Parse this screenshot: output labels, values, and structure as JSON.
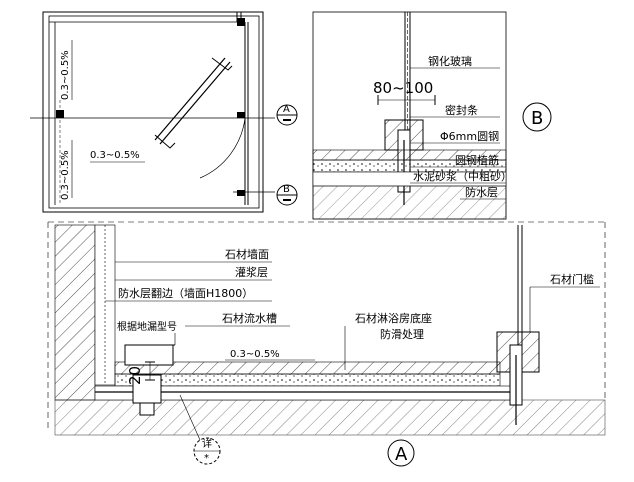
{
  "plan": {
    "slope_left_top": "0.3~0.5%",
    "slope_left_bottom": "0.3~0.5%",
    "slope_floor": "0.3~0.5%",
    "section_a_mark": "A",
    "section_b_mark": "B"
  },
  "detail_b": {
    "glass_label": "钢化玻璃",
    "width_dim": "80~100",
    "seal_label": "密封条",
    "rod_label": "Φ6mm圆钢",
    "embed_label": "圆钢植筋",
    "mortar_label": "水泥砂浆（中粗砂）",
    "waterproof_label": "防水层",
    "callout": "B"
  },
  "section_a": {
    "wall_face": "石材墙面",
    "grout": "灌浆层",
    "waterproof_turnup": "防水层翻边（墙面H1800）",
    "drain_model": "根据地漏型号",
    "stone_channel": "石材流水槽",
    "slope": "0.3~0.5%",
    "dim_20": "20",
    "base_label_1": "石材淋浴房底座",
    "base_label_2": "防滑处理",
    "threshold": "石材门槛",
    "detail_ref_top": "详",
    "detail_ref_bottom": "*",
    "callout": "A"
  }
}
